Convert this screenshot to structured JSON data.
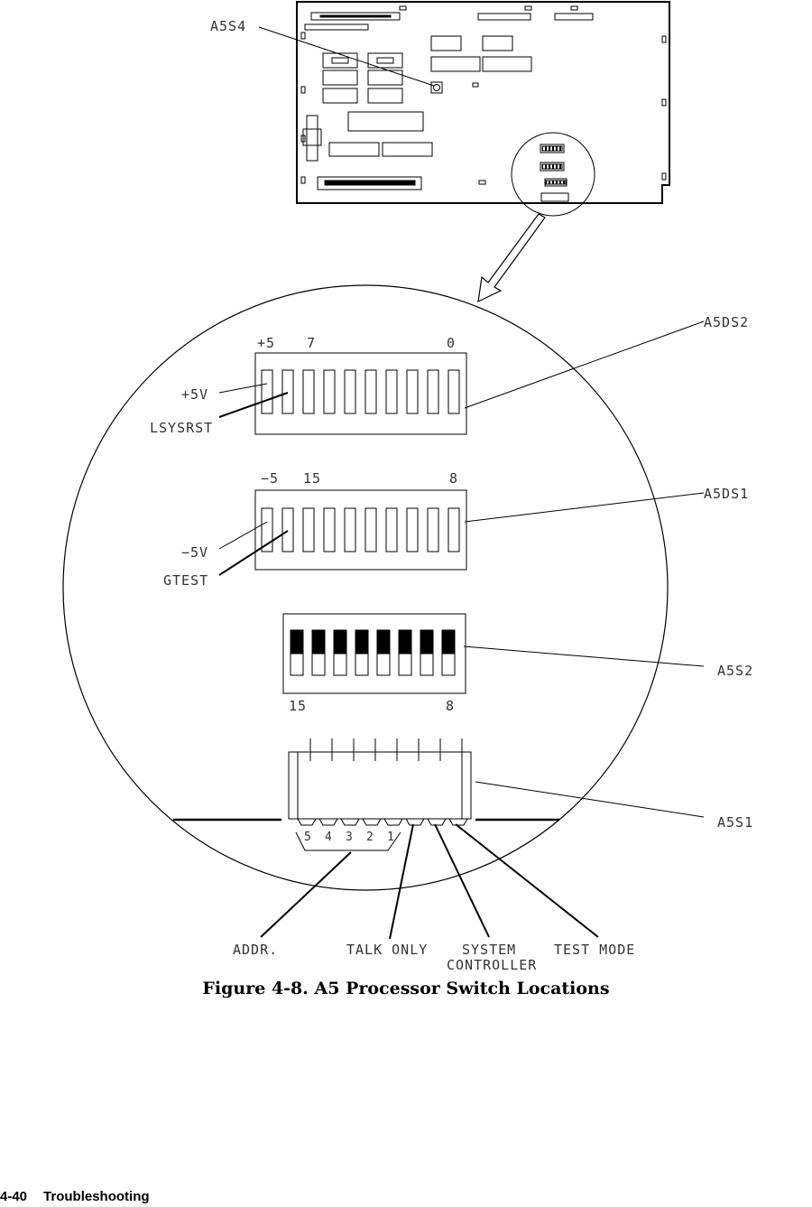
{
  "diagram": {
    "labels": {
      "a5s4": "A5S4",
      "a5ds2": "A5DS2",
      "a5ds1": "A5DS1",
      "a5s2": "A5S2",
      "a5s1": "A5S1",
      "plus5v": "+5V",
      "lsysrst": "LSYSRST",
      "minus5v": "−5V",
      "gtest": "GTEST",
      "addr": "ADDR.",
      "talk_only": "TALK ONLY",
      "system": "SYSTEM",
      "controller": "CONTROLLER",
      "test_mode": "TEST MODE"
    },
    "ds2_scale": {
      "left": "+5",
      "mid": "7",
      "right": "0"
    },
    "ds1_scale": {
      "left": "−5",
      "mid": "15",
      "right": "8"
    },
    "s2_scale": {
      "left": "15",
      "right": "8"
    },
    "s1_switch_numbers": [
      "5",
      "4",
      "3",
      "2",
      "1"
    ]
  },
  "caption": "Figure 4-8. A5 Processor Switch Locations",
  "footer": {
    "page": "4-40",
    "section": "Troubleshooting"
  }
}
